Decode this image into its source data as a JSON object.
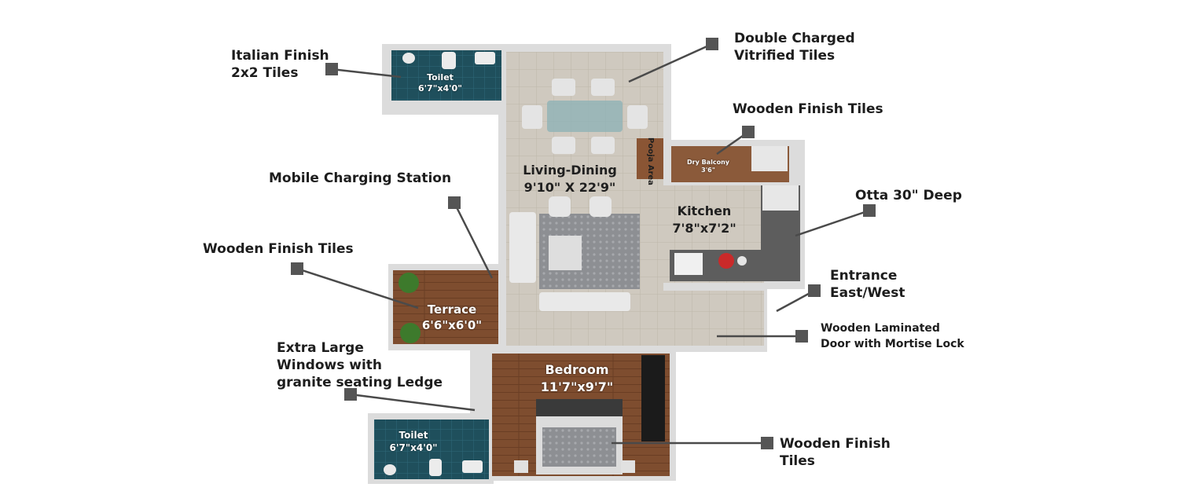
{
  "rooms": {
    "toilet_top": {
      "name": "Toilet",
      "size": "6'7\"x4'0\""
    },
    "living": {
      "name": "Living-Dining",
      "size": "9'10\" X 22'9\""
    },
    "pooja": {
      "name": "Pooja Area"
    },
    "dry_balcony": {
      "name": "Dry Balcony",
      "size": "3'6\""
    },
    "kitchen": {
      "name": "Kitchen",
      "size": "7'8\"x7'2\""
    },
    "terrace": {
      "name": "Terrace",
      "size": "6'6\"x6'0\""
    },
    "bedroom": {
      "name": "Bedroom",
      "size": "11'7\"x9'7\""
    },
    "toilet_bottom": {
      "name": "Toilet",
      "size": "6'7\"x4'0\""
    }
  },
  "callouts": {
    "italian": {
      "line1": "Italian Finish",
      "line2": "2x2 Tiles"
    },
    "vitrified": {
      "line1": "Double Charged",
      "line2": "Vitrified Tiles"
    },
    "wooden_kitchen": {
      "line1": "Wooden Finish Tiles"
    },
    "mobile": {
      "line1": "Mobile Charging Station"
    },
    "otta": {
      "line1": "Otta 30\" Deep"
    },
    "wooden_terrace": {
      "line1": "Wooden Finish Tiles"
    },
    "entrance": {
      "line1": "Entrance",
      "line2": "East/West"
    },
    "door": {
      "line1": "Wooden Laminated",
      "line2": "Door with Mortise Lock"
    },
    "windows": {
      "line1": "Extra Large",
      "line2": "Windows with",
      "line3": "granite seating Ledge"
    },
    "wooden_bedroom": {
      "line1": "Wooden Finish",
      "line2": "Tiles"
    }
  },
  "colors": {
    "wall": "#d9d9d9",
    "floor_tile": "#cdc7bd",
    "wood_floor": "#7a4a2e",
    "toilet_tile": "#1f4f5c",
    "marker": "#555555"
  }
}
